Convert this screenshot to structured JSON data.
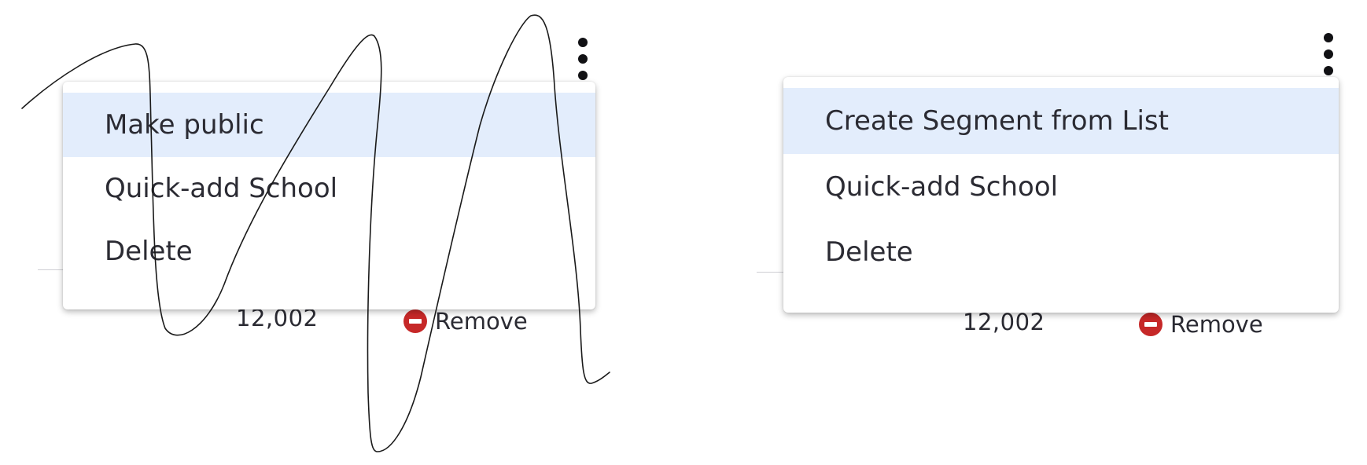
{
  "left_panel": {
    "row": {
      "count": "12,002",
      "remove_label": "Remove"
    },
    "menu": {
      "items": [
        {
          "label": "Make public",
          "highlighted": true
        },
        {
          "label": "Quick-add School",
          "highlighted": false
        },
        {
          "label": "Delete",
          "highlighted": false
        }
      ]
    }
  },
  "right_panel": {
    "row": {
      "count": "12,002",
      "remove_label": "Remove"
    },
    "menu": {
      "items": [
        {
          "label": "Create Segment from List",
          "highlighted": true
        },
        {
          "label": "Quick-add School",
          "highlighted": false
        },
        {
          "label": "Delete",
          "highlighted": false
        }
      ]
    }
  },
  "icons": {
    "kebab": "more-vertical-icon",
    "remove": "minus-circle-icon"
  },
  "colors": {
    "menu_highlight": "#e3edfc",
    "remove_icon": "#c62828",
    "text": "#2b2b33",
    "kebab": "#111114"
  }
}
